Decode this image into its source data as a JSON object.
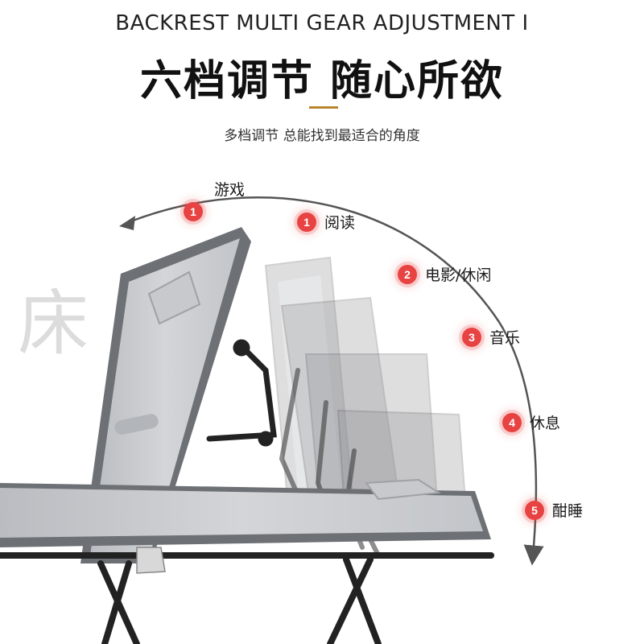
{
  "header": {
    "title_en": "BACKREST MULTI GEAR ADJUSTMENT I",
    "title_cn": "六档调节 随心所欲",
    "subtitle": "多档调节 总能找到最适合的角度"
  },
  "watermark": "床",
  "gears": [
    {
      "number": "1",
      "label": "游戏"
    },
    {
      "number": "1",
      "label": "阅读"
    },
    {
      "number": "2",
      "label": "电影/休闲"
    },
    {
      "number": "3",
      "label": "音乐"
    },
    {
      "number": "4",
      "label": "休息"
    },
    {
      "number": "5",
      "label": "酣睡"
    }
  ],
  "colors": {
    "badge": "#e84343",
    "accent_bar": "#b8862f",
    "cushion": "#c9cbce",
    "frame": "#2b2b2b",
    "arc": "#555555"
  }
}
